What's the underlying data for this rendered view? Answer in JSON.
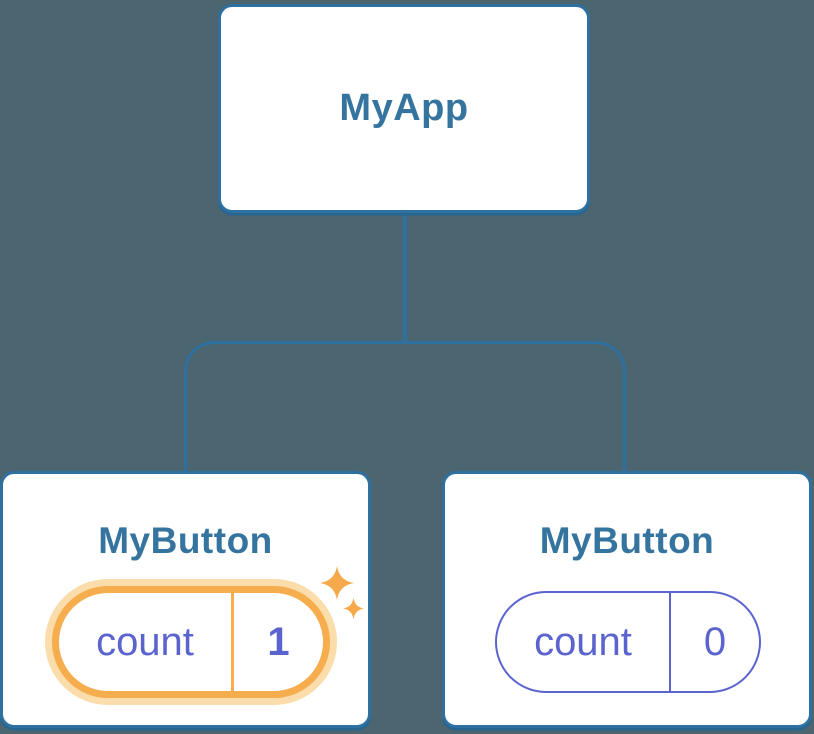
{
  "diagram": {
    "root": {
      "label": "MyApp"
    },
    "children": [
      {
        "label": "MyButton",
        "state": {
          "key": "count",
          "value": "1"
        },
        "highlighted": true
      },
      {
        "label": "MyButton",
        "state": {
          "key": "count",
          "value": "0"
        },
        "highlighted": false
      }
    ]
  },
  "colors": {
    "background": "#4C6671",
    "node_border": "#2E70A0",
    "node_shadow": "#27648F",
    "node_title": "#35749E",
    "state_purple": "#5B63CE",
    "highlight_orange": "#F6AD4E",
    "highlight_glow": "#FBDDAB",
    "sparkle": "#F6A94B",
    "card_bg": "#FFFFFF"
  }
}
